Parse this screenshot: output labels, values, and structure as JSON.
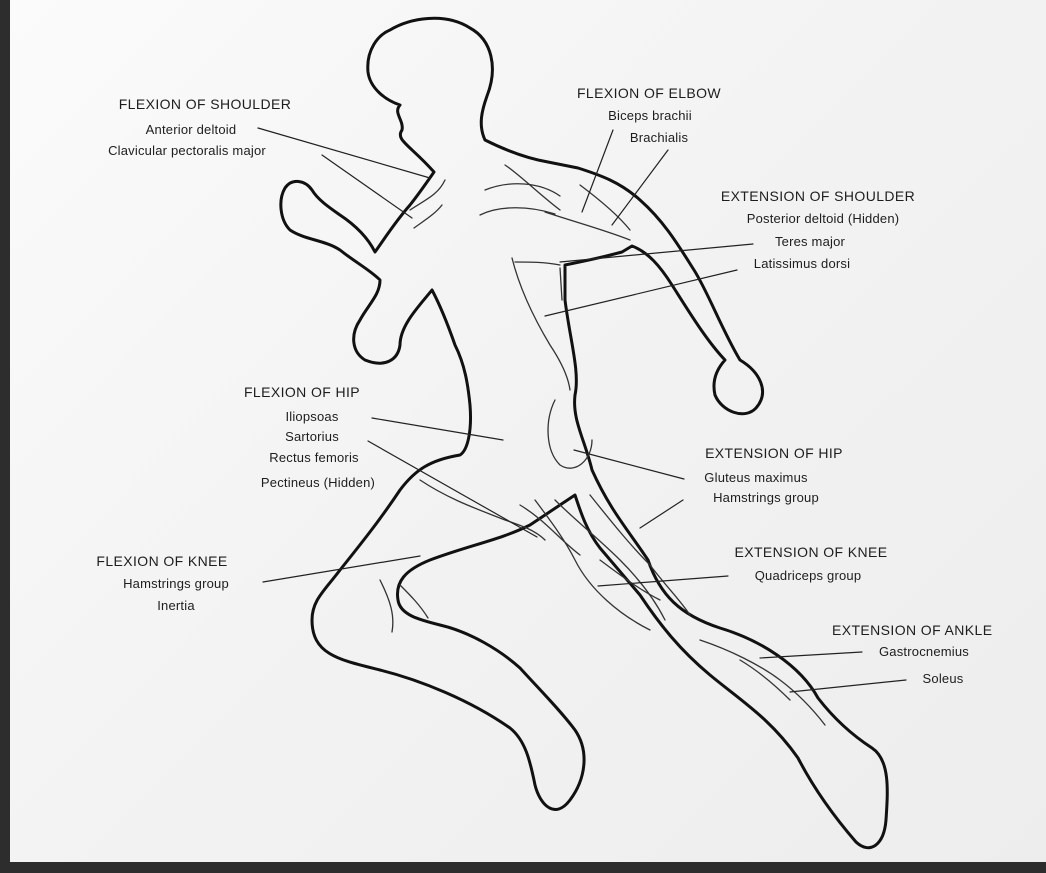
{
  "groups": {
    "shoulder_flexion": {
      "title": "FLEXION OF SHOULDER",
      "muscles": [
        "Anterior deltoid",
        "Clavicular pectoralis major"
      ]
    },
    "elbow_flexion": {
      "title": "FLEXION OF ELBOW",
      "muscles": [
        "Biceps brachii",
        "Brachialis"
      ]
    },
    "shoulder_extension": {
      "title": "EXTENSION OF SHOULDER",
      "muscles": [
        "Posterior deltoid (Hidden)",
        "Teres major",
        "Latissimus dorsi"
      ]
    },
    "hip_flexion": {
      "title": "FLEXION OF HIP",
      "muscles": [
        "Iliopsoas",
        "Sartorius",
        "Rectus femoris",
        "Pectineus (Hidden)"
      ]
    },
    "hip_extension": {
      "title": "EXTENSION OF HIP",
      "muscles": [
        "Gluteus maximus",
        "Hamstrings group"
      ]
    },
    "knee_flexion": {
      "title": "FLEXION OF KNEE",
      "muscles": [
        "Hamstrings group",
        "Inertia"
      ]
    },
    "knee_extension": {
      "title": "EXTENSION OF KNEE",
      "muscles": [
        "Quadriceps group"
      ]
    },
    "ankle_extension": {
      "title": "EXTENSION OF ANKLE",
      "muscles": [
        "Gastrocnemius",
        "Soleus"
      ]
    }
  },
  "colors": {
    "ink": "#1d1d1d",
    "paper": "#f6f6f6",
    "border": "#2d2d2d"
  }
}
